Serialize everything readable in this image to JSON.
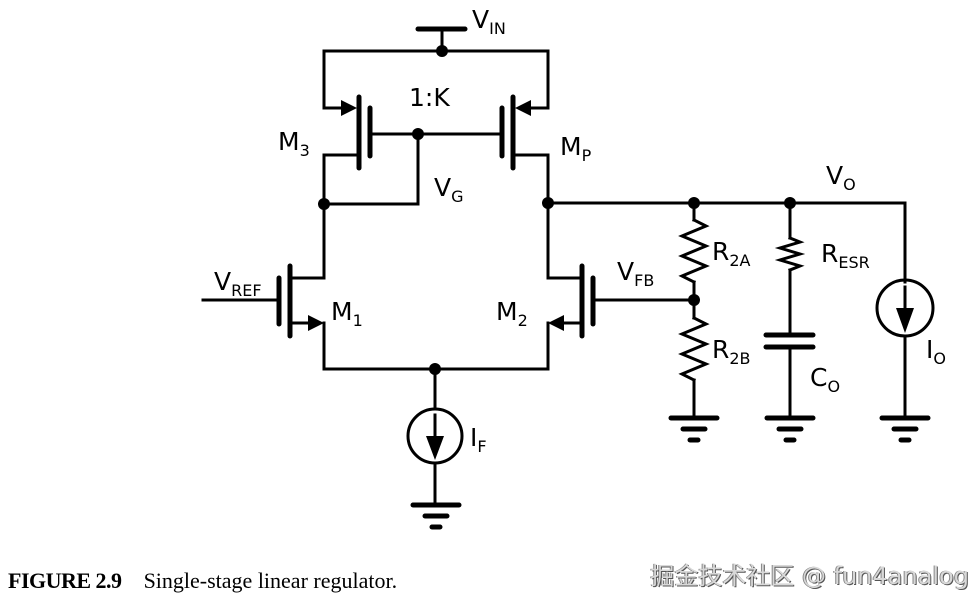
{
  "figure": {
    "number_label": "FIGURE 2.9",
    "caption": "Single-stage linear regulator."
  },
  "watermark": "掘金技术社区 @ fun4analog",
  "labels": {
    "vin": {
      "main": "V",
      "sub": "IN"
    },
    "ratio": "1:K",
    "m3": {
      "main": "M",
      "sub": "3"
    },
    "mp": {
      "main": "M",
      "sub": "P"
    },
    "vg": {
      "main": "V",
      "sub": "G"
    },
    "vo": {
      "main": "V",
      "sub": "O"
    },
    "vref": {
      "main": "V",
      "sub": "REF"
    },
    "m1": {
      "main": "M",
      "sub": "1"
    },
    "m2": {
      "main": "M",
      "sub": "2"
    },
    "vfb": {
      "main": "V",
      "sub": "FB"
    },
    "r2a": {
      "main": "R",
      "sub": "2A"
    },
    "r2b": {
      "main": "R",
      "sub": "2B"
    },
    "resr": {
      "main": "R",
      "sub": "ESR"
    },
    "co": {
      "main": "C",
      "sub": "O"
    },
    "if": {
      "main": "I",
      "sub": "F"
    },
    "io": {
      "main": "I",
      "sub": "O"
    }
  },
  "components": [
    {
      "id": "M3",
      "type": "pmos",
      "role": "diode-connected mirror"
    },
    {
      "id": "MP",
      "type": "pmos",
      "role": "pass device"
    },
    {
      "id": "M1",
      "type": "nmos",
      "role": "diff pair input (VREF)"
    },
    {
      "id": "M2",
      "type": "nmos",
      "role": "diff pair input (VFB)"
    },
    {
      "id": "R2A",
      "type": "resistor"
    },
    {
      "id": "R2B",
      "type": "resistor"
    },
    {
      "id": "RESR",
      "type": "resistor"
    },
    {
      "id": "CO",
      "type": "capacitor"
    },
    {
      "id": "IF",
      "type": "current-source"
    },
    {
      "id": "IO",
      "type": "current-source"
    }
  ]
}
